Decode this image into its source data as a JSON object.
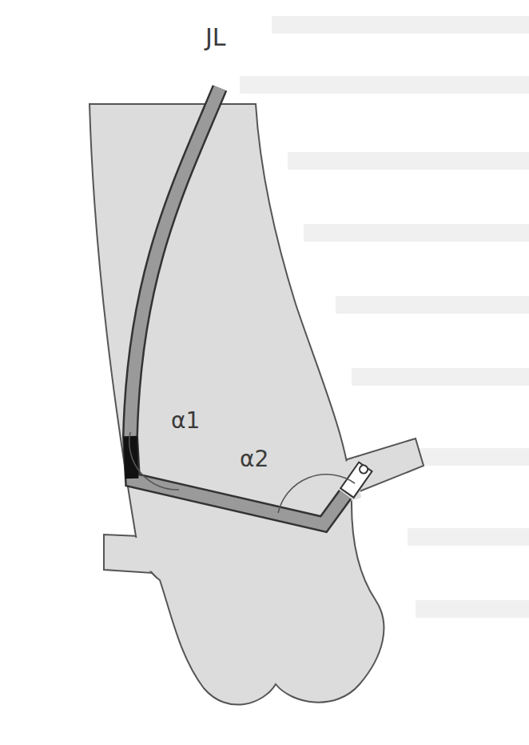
{
  "diagram": {
    "labels": [
      "JL",
      "α1",
      "α2"
    ]
  }
}
